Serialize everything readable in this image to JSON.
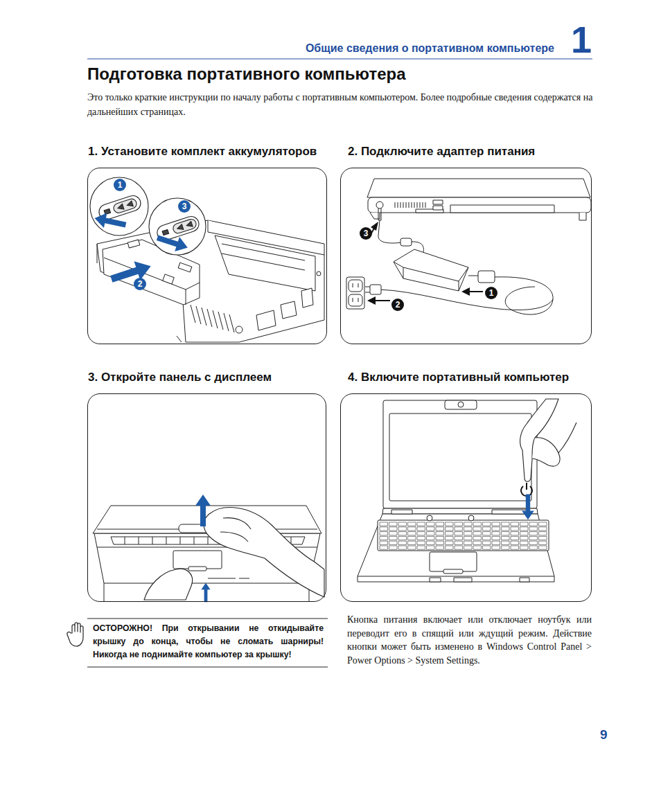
{
  "diagram": {
    "title": "Подготовка портативного компьютера",
    "nodes": [
      {
        "text": [
          "1. Установите комплект аккумуляторов"
        ]
      },
      {
        "text": [
          "1"
        ],
        "in": 0
      },
      {
        "text": [
          "3"
        ],
        "in": 0
      },
      {
        "text": [
          "2"
        ],
        "in": 0
      },
      {
        "text": [
          "2. Подключите адаптер питания"
        ]
      },
      {
        "text": [
          "3"
        ],
        "in": 4
      },
      {
        "text": [
          "1"
        ],
        "in": 4
      },
      {
        "text": [
          "2"
        ],
        "in": 4
      },
      {
        "text": [
          "3. Откройте панель с дисплеем"
        ]
      },
      {
        "text": [
          "4. Включите портативный компьютер"
        ]
      }
    ],
    "labels": [
      "Общие сведения о портативном компьютере",
      "1",
      "Это только краткие инструкции по началу работы с портативным компьютером. Более подробные сведения содержатся на дальнейших страницах.",
      "ОСТОРОЖНО! При открывании не откидывайте крышку до конца, чтобы не сломать шарниры! Никогда не поднимайте компьютер за крышку!",
      "Кнопка питания включает или отключает ноутбук или переводит его в спящий или ждущий режим. Действие кнопки может быть изменено в Windows Control Panel > Power Options > System Settings.",
      "9"
    ]
  }
}
